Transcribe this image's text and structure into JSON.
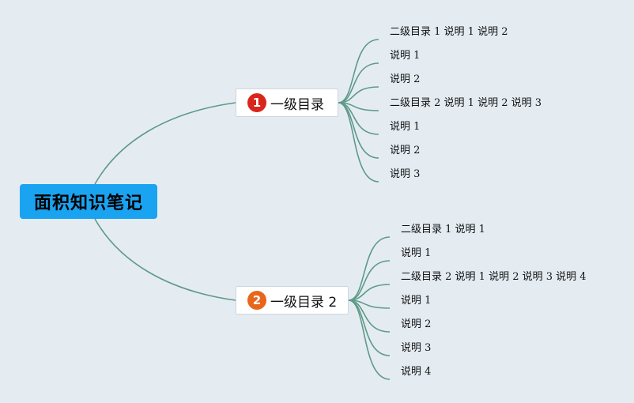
{
  "root": {
    "label": "面积知识笔记"
  },
  "colors": {
    "background": "#e4ecf2",
    "root": "#1aa3f0",
    "connector": "#5e9a88",
    "badge_1": "#d9261c",
    "badge_2": "#e8661c"
  },
  "branches": [
    {
      "number": "1",
      "label": "一级目录",
      "children": [
        "二级目录 1 说明 1 说明 2",
        "说明 1",
        "说明 2",
        "二级目录 2 说明 1 说明 2 说明 3",
        "说明 1",
        "说明 2",
        "说明 3"
      ]
    },
    {
      "number": "2",
      "label": "一级目录 2",
      "children": [
        "二级目录 1 说明 1",
        "说明 1",
        "二级目录 2 说明 1 说明 2 说明 3 说明 4",
        "说明 1",
        "说明 2",
        "说明 3",
        "说明 4"
      ]
    }
  ]
}
